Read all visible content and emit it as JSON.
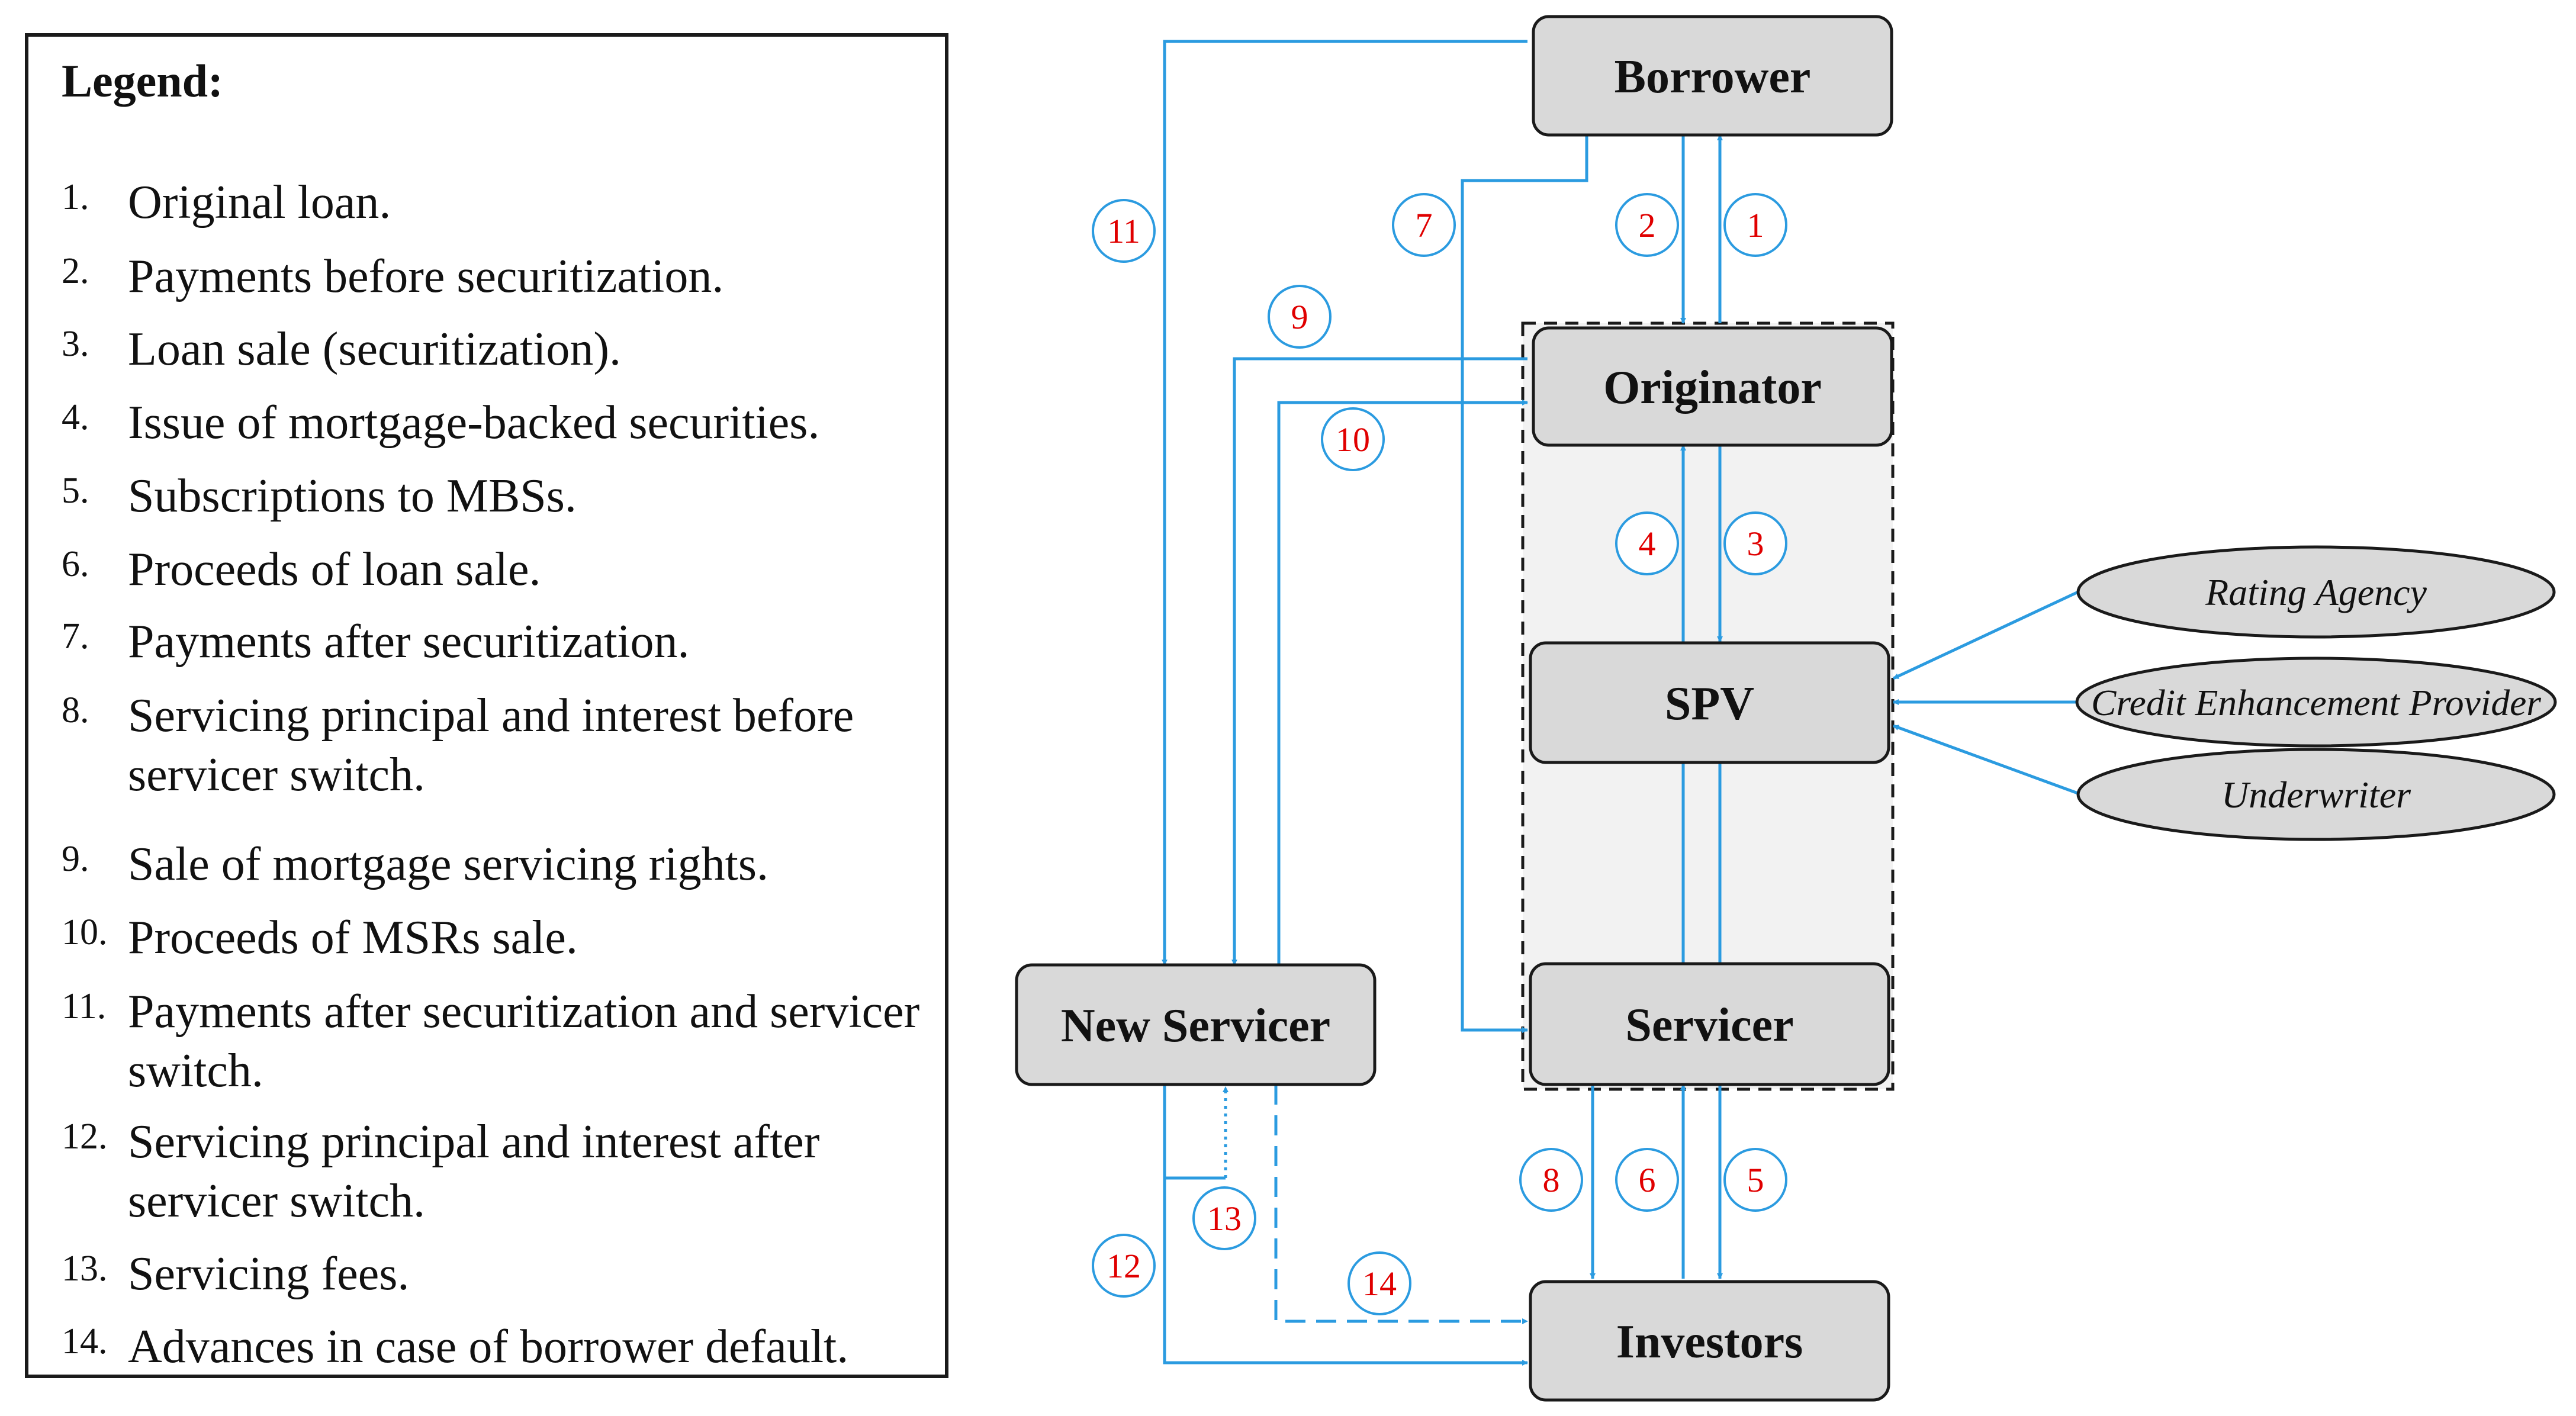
{
  "legend": {
    "title": "Legend:",
    "items": [
      {
        "num": "1.",
        "text": "Original loan."
      },
      {
        "num": "2.",
        "text": "Payments before securitization."
      },
      {
        "num": "3.",
        "text": "Loan sale (securitization)."
      },
      {
        "num": "4.",
        "text": "Issue of mortgage-backed securities."
      },
      {
        "num": "5.",
        "text": "Subscriptions to MBSs."
      },
      {
        "num": "6.",
        "text": "Proceeds of loan sale."
      },
      {
        "num": "7.",
        "text": "Payments after securitization."
      },
      {
        "num": "8.",
        "text": "Servicing principal and interest before servicer switch."
      },
      {
        "num": "9.",
        "text": "Sale of mortgage servicing rights."
      },
      {
        "num": "10.",
        "text": "Proceeds of MSRs sale."
      },
      {
        "num": "11.",
        "text": "Payments after securitization and servicer switch."
      },
      {
        "num": "12.",
        "text": "Servicing principal and interest after servicer switch."
      },
      {
        "num": "13.",
        "text": "Servicing fees."
      },
      {
        "num": "14.",
        "text": "Advances in case of borrower default."
      }
    ]
  },
  "nodes": {
    "borrower": "Borrower",
    "originator": "Originator",
    "spv": "SPV",
    "servicer": "Servicer",
    "investors": "Investors",
    "new_servicer": "New Servicer",
    "rating_agency": "Rating Agency",
    "credit_enhancement_provider": "Credit Enhancement Provider",
    "underwriter": "Underwriter"
  },
  "flow_labels": [
    "1",
    "2",
    "3",
    "4",
    "5",
    "6",
    "7",
    "8",
    "9",
    "10",
    "11",
    "12",
    "13",
    "14"
  ],
  "colors": {
    "arrow": "#2b9be0",
    "node_fill": "#d9d9d9",
    "node_border": "#1a1a1a",
    "label_text": "#e00000",
    "label_circle": "#2b9be0",
    "group_fill": "#f2f2f2"
  }
}
